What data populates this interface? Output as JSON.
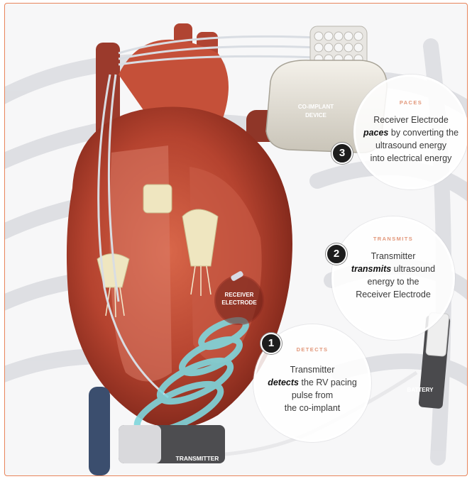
{
  "labels": {
    "co_implant_line1": "CO-IMPLANT",
    "co_implant_line2": "DEVICE",
    "receiver_line1": "RECEIVER",
    "receiver_line2": "ELECTRODE",
    "battery": "BATTERY",
    "transmitter": "TRANSMITTER"
  },
  "steps": [
    {
      "number": "1",
      "heading": "DETECTS",
      "line1": "Transmitter",
      "em": "detects",
      "line2_rest": " the RV pacing",
      "line3": "pulse from",
      "line4": "the co-implant"
    },
    {
      "number": "2",
      "heading": "TRANSMITS",
      "line1": "Transmitter",
      "em": "transmits",
      "line2_rest": " ultrasound",
      "line3": "energy to the",
      "line4": "Receiver Electrode"
    },
    {
      "number": "3",
      "heading": "PACES",
      "line1": "Receiver Electrode",
      "em": "paces",
      "line2_rest": " by converting the",
      "line3": "ultrasound energy",
      "line4": "into electrical energy"
    }
  ],
  "colors": {
    "frame_border": "#e8845a",
    "heading_accent": "#e2977a",
    "coil": "#7fd6dc",
    "heart": "#b5432f"
  }
}
